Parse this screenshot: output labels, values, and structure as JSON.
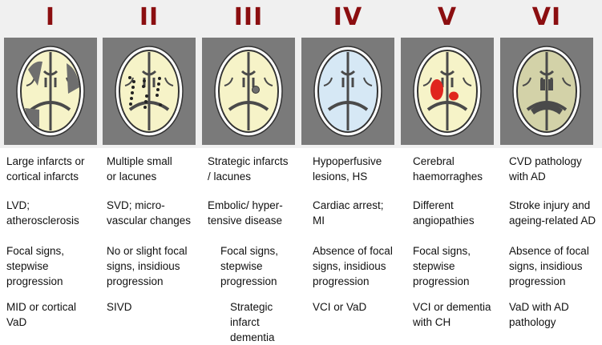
{
  "columns": [
    {
      "numeral": "I",
      "fill": "#f6f3c8",
      "types": "Large infarcts or\ncortical infarcts",
      "cause": "LVD;\natherosclerosis",
      "signs": "Focal signs,\nstepwise\nprogression",
      "diagnosis": "MID or cortical\nVaD"
    },
    {
      "numeral": "II",
      "fill": "#f6f3c8",
      "types": "Multiple small\nor lacunes",
      "cause": "SVD; micro-\nvascular changes",
      "signs": "No or slight focal\nsigns, insidious\nprogression",
      "diagnosis": "SIVD"
    },
    {
      "numeral": "III",
      "fill": "#f6f3c8",
      "types": "Strategic infarcts\n/ lacunes",
      "cause": "Embolic/ hyper-\ntensive disease",
      "signs": "Focal signs,\nstepwise\nprogression",
      "diagnosis": "Strategic\ninfarct\ndementia"
    },
    {
      "numeral": "IV",
      "fill": "#d6e8f5",
      "types": "Hypoperfusive\nlesions, HS",
      "cause": "Cardiac arrest;\nMI",
      "signs": "Absence of focal\nsigns, insidious\nprogression",
      "diagnosis": "VCI or VaD"
    },
    {
      "numeral": "V",
      "fill": "#f6f3c8",
      "types": "Cerebral\nhaemorraghes",
      "cause": "Different\nangiopathies",
      "signs": "Focal signs,\nstepwise\nprogression",
      "diagnosis": "VCI or dementia\nwith CH"
    },
    {
      "numeral": "VI",
      "fill": "#d3d2a8",
      "types": "CVD pathology\nwith AD",
      "cause": "Stroke injury and\nageing-related AD",
      "signs": "Absence of focal\nsigns, insidious\nprogression",
      "diagnosis": "VaD with AD\npathology"
    }
  ],
  "colors": {
    "numeral": "#8b0e10",
    "panel": "#7a7a7a",
    "lesion_dark": "#6e6e6e",
    "haemorrhage": "#e0261e"
  }
}
